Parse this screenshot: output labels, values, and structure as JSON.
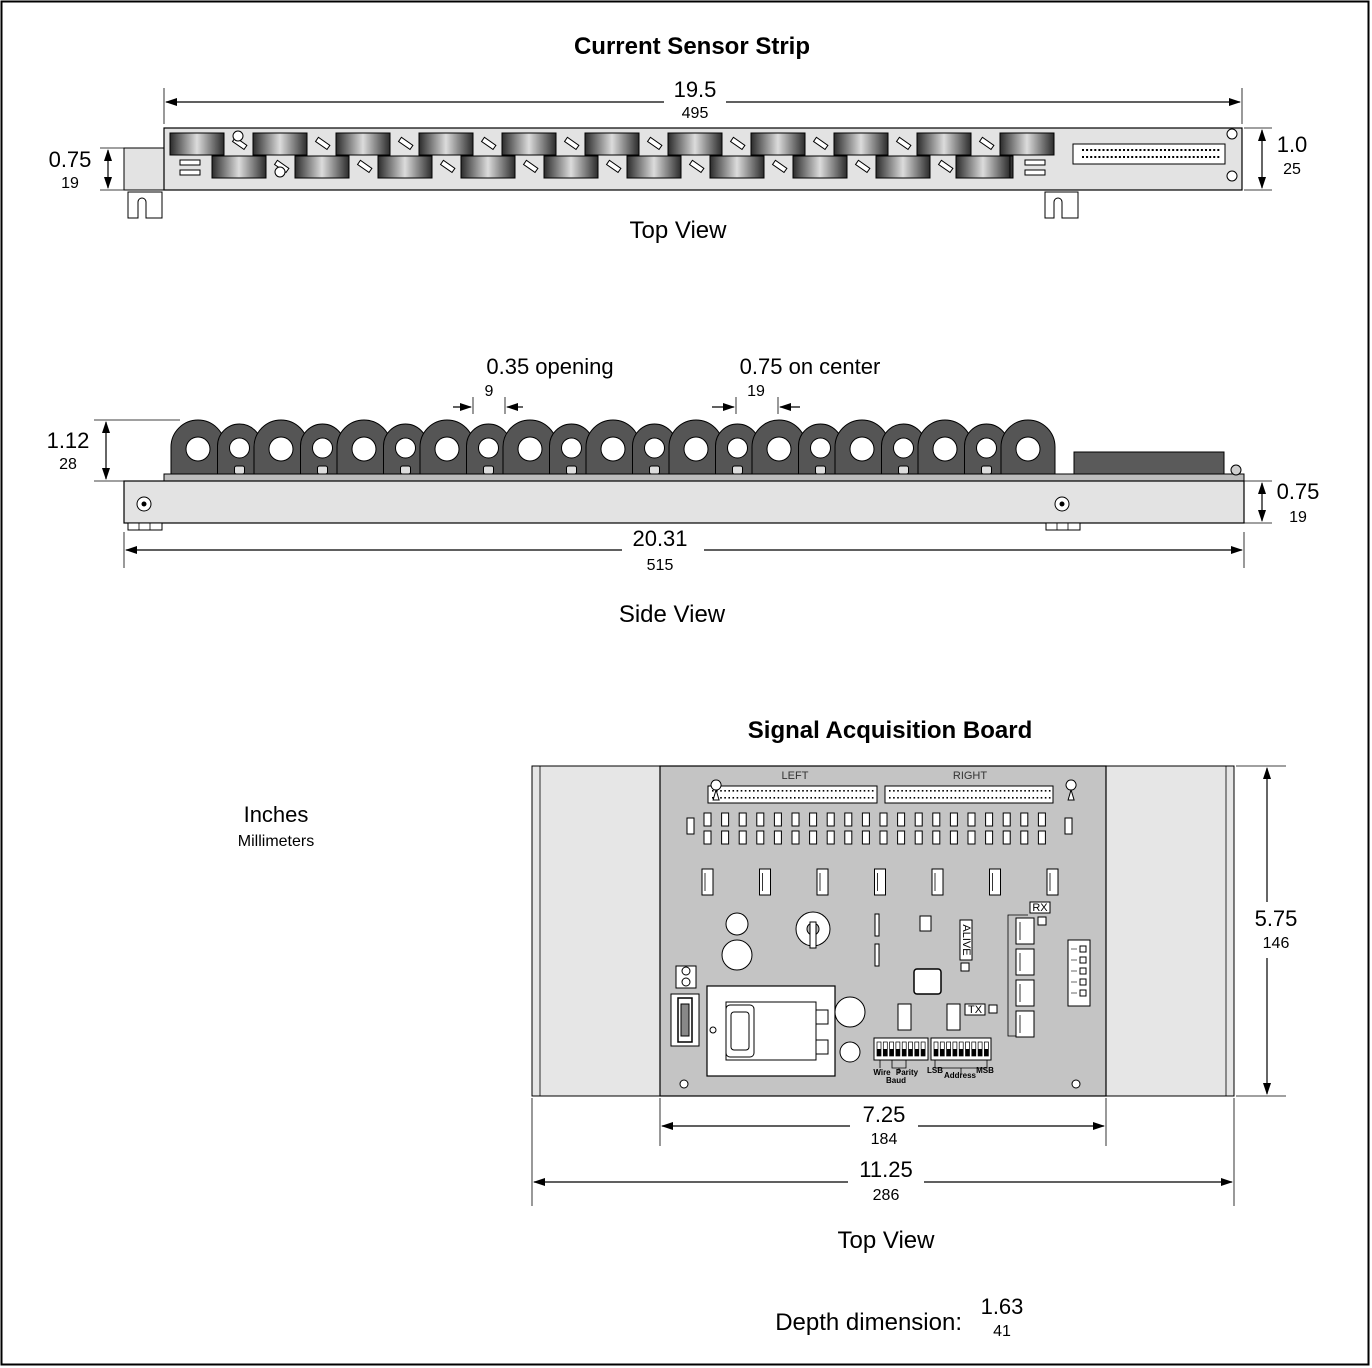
{
  "strip": {
    "title": "Current Sensor Strip",
    "top_view_label": "Top View",
    "side_view_label": "Side View",
    "top_dims": {
      "length_in": "19.5",
      "length_mm": "495",
      "height_left_in": "0.75",
      "height_left_mm": "19",
      "height_right_in": "1.0",
      "height_right_mm": "25"
    },
    "side_dims": {
      "opening_in": "0.35 opening",
      "opening_mm": "9",
      "center_in": "0.75 on center",
      "center_mm": "19",
      "sensor_height_in": "1.12",
      "sensor_height_mm": "28",
      "base_height_in": "0.75",
      "base_height_mm": "19",
      "length_in": "20.31",
      "length_mm": "515"
    }
  },
  "board": {
    "title": "Signal Acquisition Board",
    "top_view_label": "Top View",
    "connector_left": "LEFT",
    "connector_right": "RIGHT",
    "led_alive": "ALIVE",
    "led_rx": "RX",
    "led_tx": "TX",
    "dip_labels": {
      "wire": "Wire",
      "parity": "Parity",
      "baud": "Baud",
      "lsb": "LSB",
      "address": "Address",
      "msb": "MSB"
    },
    "dims": {
      "inner_width_in": "7.25",
      "inner_width_mm": "184",
      "outer_width_in": "11.25",
      "outer_width_mm": "286",
      "height_in": "5.75",
      "height_mm": "146"
    },
    "depth_label": "Depth dimension:",
    "depth_in": "1.63",
    "depth_mm": "41"
  },
  "legend": {
    "units_primary": "Inches",
    "units_secondary": "Millimeters"
  }
}
